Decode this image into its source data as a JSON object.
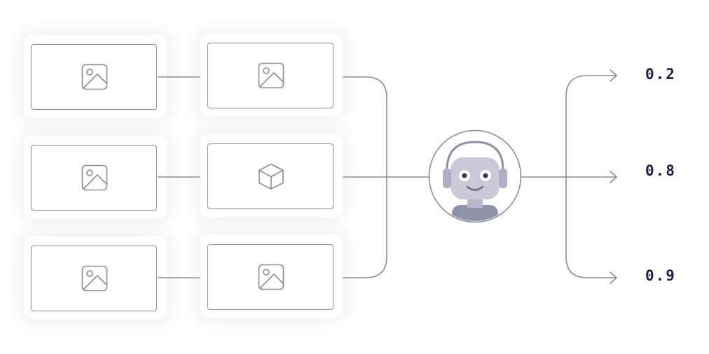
{
  "colors": {
    "stroke": "#8a8c9e",
    "robot_face": "#c9cad8",
    "robot_body": "#8f91a6",
    "score_text": "#2a1b45"
  },
  "grid": {
    "rows": [
      {
        "left_icon": "image-icon",
        "right_icon": "image-icon"
      },
      {
        "left_icon": "image-icon",
        "right_icon": "cube-icon"
      },
      {
        "left_icon": "image-icon",
        "right_icon": "image-icon"
      }
    ]
  },
  "model": {
    "icon": "robot-headset-icon"
  },
  "outputs": {
    "scores": [
      "0.2",
      "0.8",
      "0.9"
    ]
  }
}
